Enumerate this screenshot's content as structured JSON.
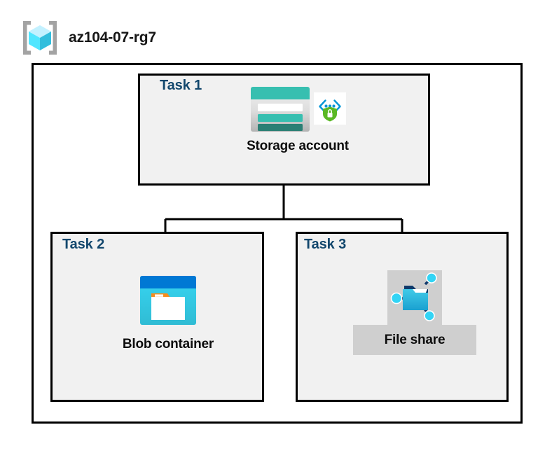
{
  "header": {
    "icon": "resource-group-icon",
    "title": "az104-07-rg7"
  },
  "diagram": {
    "container_name": "resource-group-container",
    "tasks": [
      {
        "id": "task1",
        "label": "Task 1",
        "node_label": "Storage account",
        "icons": [
          "storage-account-icon",
          "managed-identity-shield-icon"
        ],
        "highlighted": false
      },
      {
        "id": "task2",
        "label": "Task 2",
        "node_label": "Blob container",
        "icons": [
          "blob-container-icon"
        ],
        "highlighted": false
      },
      {
        "id": "task3",
        "label": "Task 3",
        "node_label": "File share",
        "icons": [
          "file-share-icon"
        ],
        "highlighted": true
      }
    ],
    "connectors": [
      {
        "from": "task1",
        "to": "task2"
      },
      {
        "from": "task1",
        "to": "task3"
      }
    ]
  },
  "colors": {
    "task_label": "#12476d",
    "node_label": "#0d0d0d",
    "box_border": "#000000",
    "box_fill": "#f1f1f1",
    "page_background": "#ffffff",
    "selection_highlight": "#cfcfcf",
    "storage_teal": "#37bfb0",
    "storage_teal_dark": "#2b7f74",
    "blob_blue": "#0078d4",
    "blob_cyan": "#32d4f5",
    "blob_orange": "#f78d1e",
    "fileshare_blue": "#32bedd",
    "fileshare_node_cyan": "#32d4f5",
    "shield_green": "#5ab825",
    "chevron_blue": "#0095d6",
    "rg_cube_cyan": "#9cebff",
    "rg_bracket_gray": "#a3a3a3"
  }
}
